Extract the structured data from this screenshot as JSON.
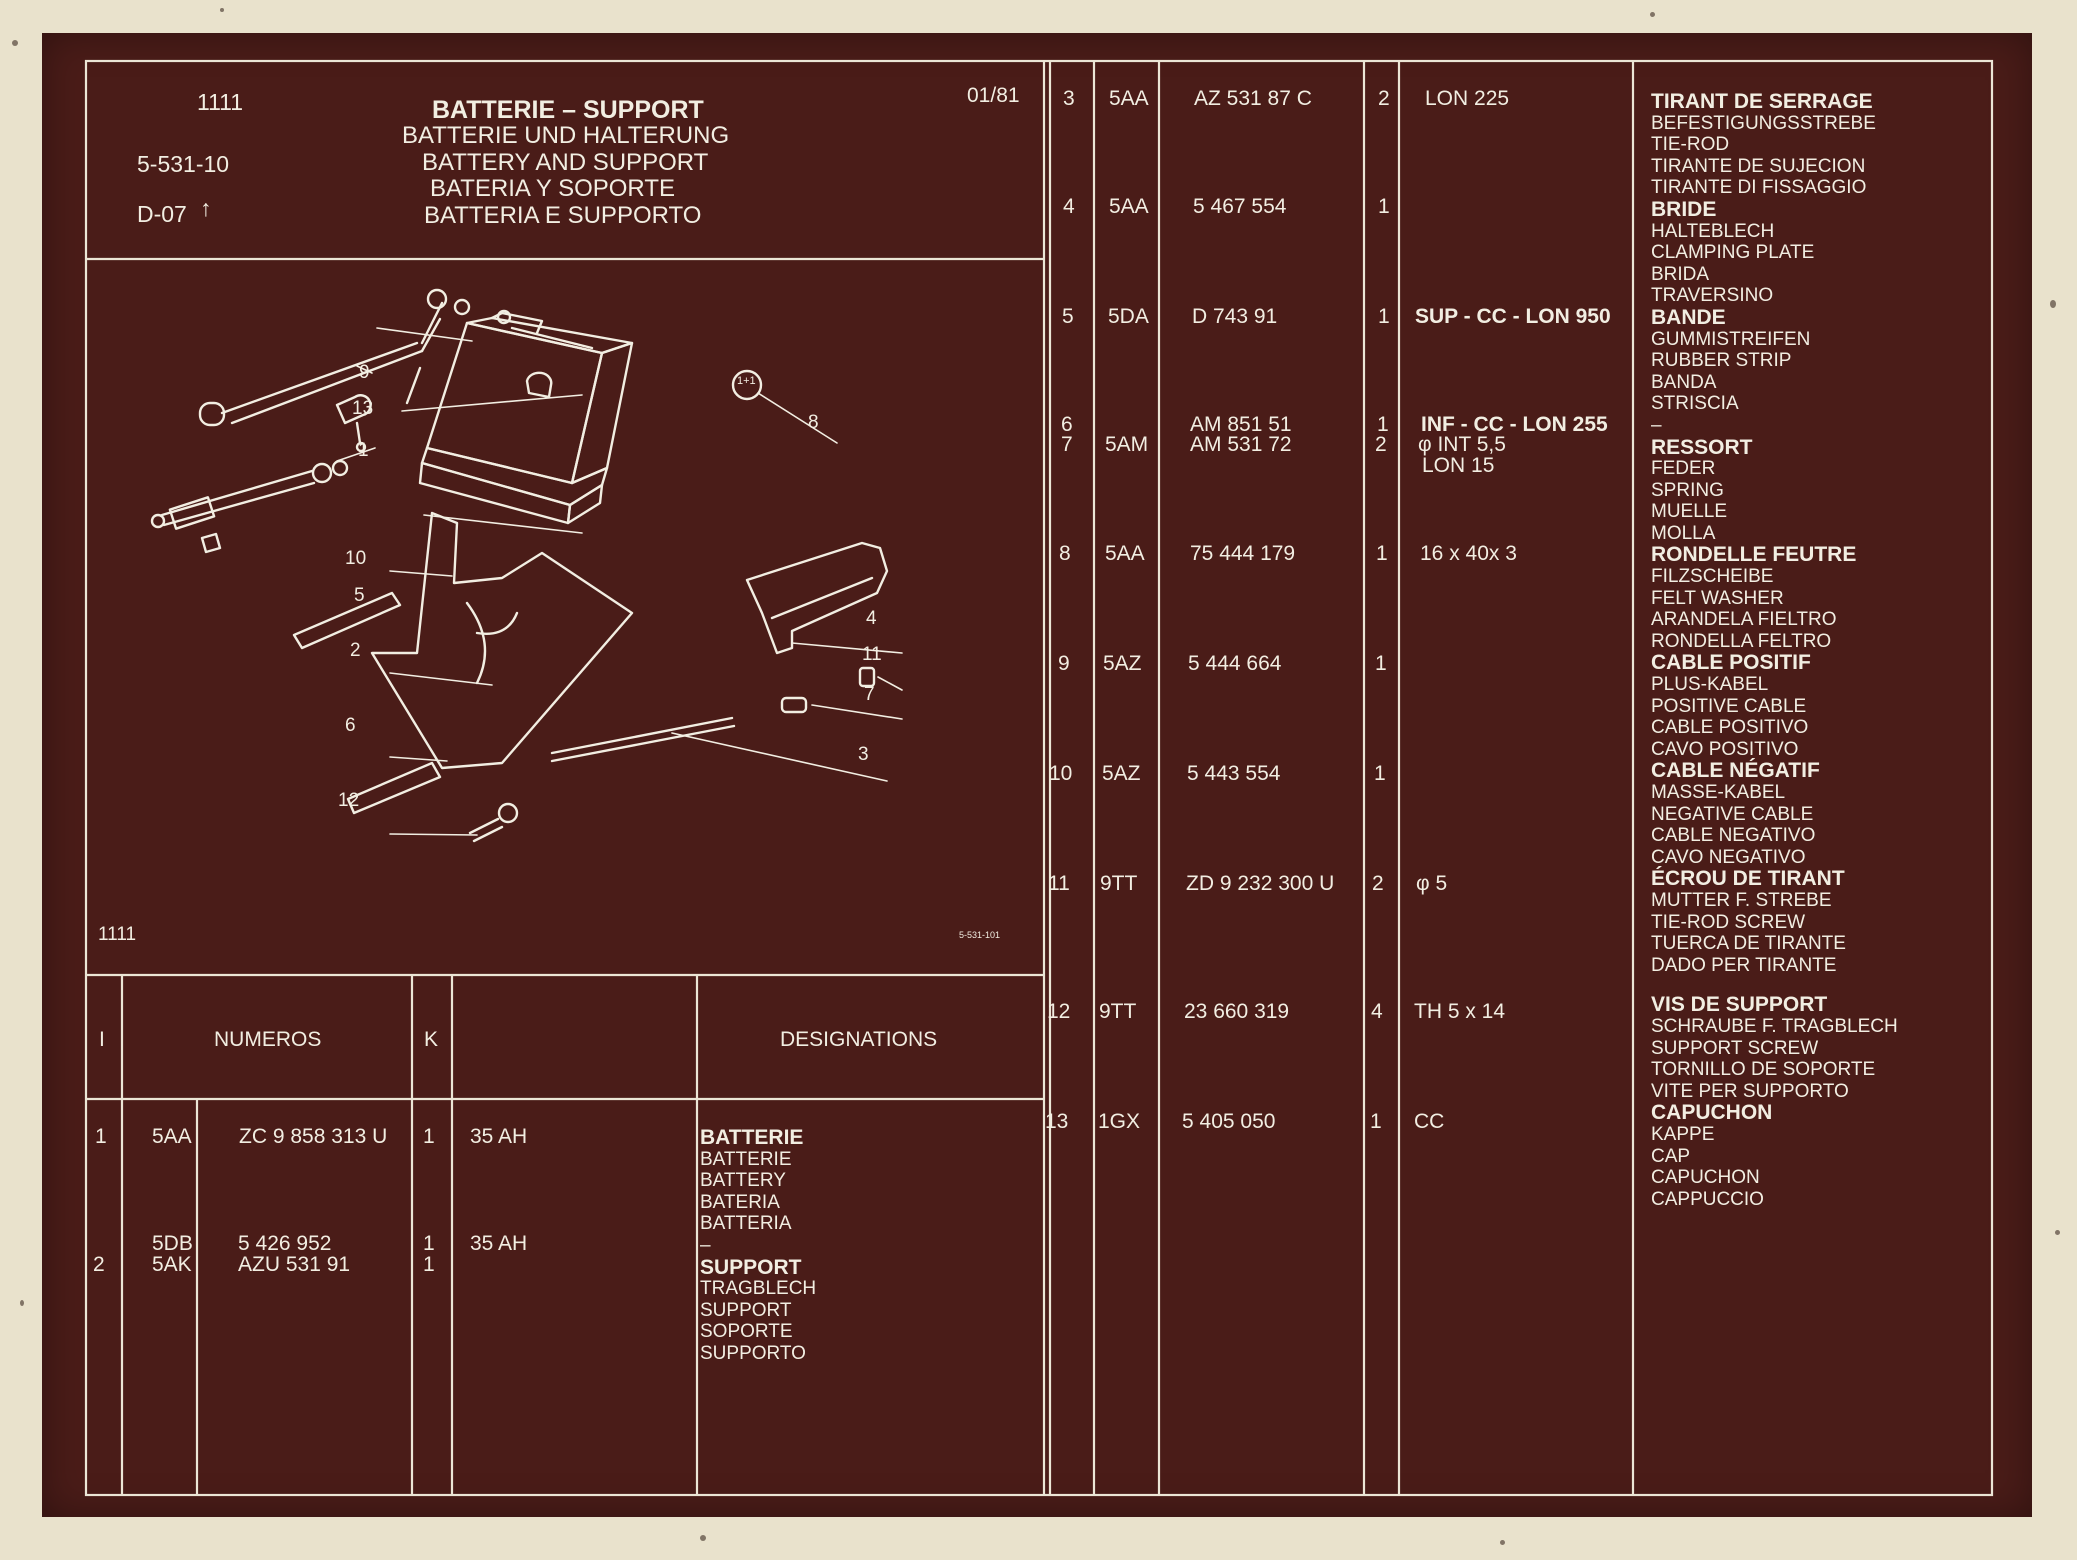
{
  "header": {
    "group": "1111",
    "ref": "5-531-10",
    "variant": "D-07",
    "date": "01/81",
    "titles": [
      "BATTERIE – SUPPORT",
      "BATTERIE UND HALTERUNG",
      "BATTERY AND SUPPORT",
      "BATERIA Y SOPORTE",
      "BATTERIA E SUPPORTO"
    ]
  },
  "illustration": {
    "corner_label": "1111",
    "figure_ref": "5-531-101",
    "callouts": [
      "9",
      "13",
      "1",
      "10",
      "5",
      "2",
      "6",
      "12",
      "8",
      "4",
      "11",
      "7",
      "3"
    ],
    "tag_text": "1+1"
  },
  "table_header": {
    "col_item": "I",
    "col_numbers": "NUMEROS",
    "col_qty": "K",
    "col_designations": "DESIGNATIONS"
  },
  "left_rows": [
    {
      "item": "1",
      "code": "5AA",
      "part": "ZC 9 858 313 U",
      "qty": "1",
      "spec": "35 AH"
    },
    {
      "item": "",
      "code": "5DB",
      "part": "5 426 952",
      "qty": "1",
      "spec": "35 AH"
    },
    {
      "item": "2",
      "code": "5AK",
      "part": "AZU 531  91",
      "qty": "1",
      "spec": ""
    }
  ],
  "left_designations": [
    {
      "name": "BATTERIE",
      "translations": [
        "BATTERIE",
        "BATTERY",
        "BATERIA",
        "BATTERIA"
      ]
    },
    {
      "name": "SUPPORT",
      "translations": [
        "TRAGBLECH",
        "SUPPORT",
        "SOPORTE",
        "SUPPORTO"
      ]
    }
  ],
  "dash": "–",
  "right_rows": [
    {
      "item": "3",
      "code": "5AA",
      "part": "AZ 531  87 C",
      "qty": "2",
      "spec": "LON 225"
    },
    {
      "item": "4",
      "code": "5AA",
      "part": "5 467 554",
      "qty": "1",
      "spec": ""
    },
    {
      "item": "5",
      "code": "5DA",
      "part": "D 743  91",
      "qty": "1",
      "spec": "SUP - CC - LON 950"
    },
    {
      "item": "6",
      "code": "",
      "part": "AM 851  51",
      "qty": "1",
      "spec": "INF - CC - LON 255"
    },
    {
      "item": "7",
      "code": "5AM",
      "part": "AM 531  72",
      "qty": "2",
      "spec": "φ INT 5,5"
    },
    {
      "item": "",
      "code": "",
      "part": "",
      "qty": "",
      "spec": "LON 15"
    },
    {
      "item": "8",
      "code": "5AA",
      "part": "75 444 179",
      "qty": "1",
      "spec": "16 x 40x 3"
    },
    {
      "item": "9",
      "code": "5AZ",
      "part": "5 444 664",
      "qty": "1",
      "spec": ""
    },
    {
      "item": "10",
      "code": "5AZ",
      "part": "5 443 554",
      "qty": "1",
      "spec": ""
    },
    {
      "item": "11",
      "code": "9TT",
      "part": "ZD 9 232 300 U",
      "qty": "2",
      "spec": "φ 5"
    },
    {
      "item": "12",
      "code": "9TT",
      "part": "23 660 319",
      "qty": "4",
      "spec": "TH 5 x 14"
    },
    {
      "item": "13",
      "code": "1GX",
      "part": "5 405 050",
      "qty": "1",
      "spec": "CC"
    }
  ],
  "right_designations": [
    {
      "name": "TIRANT DE SERRAGE",
      "translations": [
        "BEFESTIGUNGSSTREBE",
        "TIE-ROD",
        "TIRANTE DE SUJECION",
        "TIRANTE DI FISSAGGIO"
      ]
    },
    {
      "name": "BRIDE",
      "translations": [
        "HALTEBLECH",
        "CLAMPING PLATE",
        "BRIDA",
        "TRAVERSINO"
      ]
    },
    {
      "name": "BANDE",
      "translations": [
        "GUMMISTREIFEN",
        "RUBBER STRIP",
        "BANDA",
        "STRISCIA"
      ]
    },
    {
      "name": "RESSORT",
      "translations": [
        "FEDER",
        "SPRING",
        "MUELLE",
        "MOLLA"
      ]
    },
    {
      "name": "RONDELLE FEUTRE",
      "translations": [
        "FILZSCHEIBE",
        "FELT WASHER",
        "ARANDELA FIELTRO",
        "RONDELLA FELTRO"
      ]
    },
    {
      "name": "CABLE POSITIF",
      "translations": [
        "PLUS-KABEL",
        "POSITIVE CABLE",
        "CABLE POSITIVO",
        "CAVO POSITIVO"
      ]
    },
    {
      "name": "CABLE NÉGATIF",
      "translations": [
        "MASSE-KABEL",
        "NEGATIVE CABLE",
        "CABLE NEGATIVO",
        "CAVO NEGATIVO"
      ]
    },
    {
      "name": "ÉCROU DE TIRANT",
      "translations": [
        "MUTTER F. STREBE",
        "TIE-ROD SCREW",
        "TUERCA DE TIRANTE",
        "DADO PER TIRANTE"
      ]
    },
    {
      "name": "VIS DE SUPPORT",
      "translations": [
        "SCHRAUBE F. TRAGBLECH",
        "SUPPORT SCREW",
        "TORNILLO DE SOPORTE",
        "VITE PER SUPPORTO"
      ]
    },
    {
      "name": "CAPUCHON",
      "translations": [
        "KAPPE",
        "CAP",
        "CAPUCHON",
        "CAPPUCCIO"
      ]
    }
  ],
  "colors": {
    "sheet": "#4a1c18",
    "ink": "#f2eee2",
    "paper": "#e9e2cc"
  }
}
